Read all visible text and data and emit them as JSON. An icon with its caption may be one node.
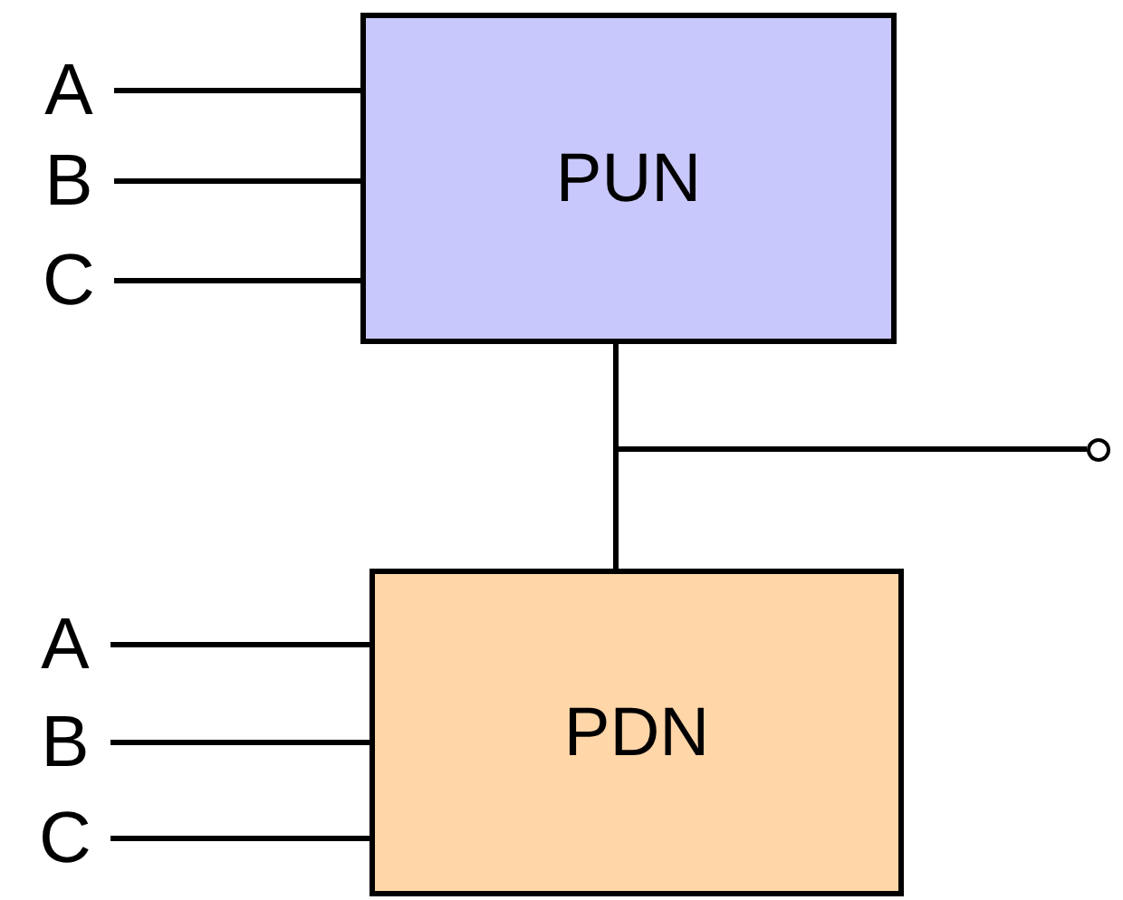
{
  "diagram": {
    "nodes": [
      {
        "text": [
          "PUN"
        ]
      },
      {
        "text": [
          "PDN"
        ]
      },
      {
        "text": [
          "A"
        ]
      },
      {
        "text": [
          "B"
        ]
      },
      {
        "text": [
          "C"
        ]
      },
      {
        "text": [
          "A"
        ]
      },
      {
        "text": [
          "B"
        ]
      },
      {
        "text": [
          "C"
        ]
      },
      {
        "text": [],
        "shape": "circle"
      }
    ],
    "edges": [
      {
        "from": 2,
        "to": 0,
        "arrow": "none"
      },
      {
        "from": 3,
        "to": 0,
        "arrow": "none"
      },
      {
        "from": 4,
        "to": 0,
        "arrow": "none"
      },
      {
        "from": 5,
        "to": 1,
        "arrow": "none"
      },
      {
        "from": 6,
        "to": 1,
        "arrow": "none"
      },
      {
        "from": 7,
        "to": 1,
        "arrow": "none"
      },
      {
        "from": 0,
        "to": 1,
        "arrow": "none"
      },
      {
        "from": 0,
        "to": 8,
        "arrow": "none"
      },
      {
        "from": 1,
        "to": 8,
        "arrow": "none"
      }
    ]
  }
}
